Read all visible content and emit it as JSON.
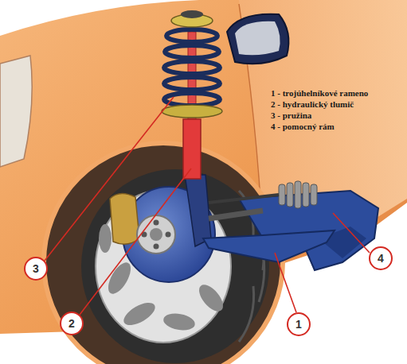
{
  "diagram": {
    "nodes": [
      {
        "text": [
          "3"
        ]
      },
      {
        "text": [
          "4"
        ]
      },
      {
        "text": [
          "2"
        ]
      },
      {
        "text": [
          "1"
        ]
      }
    ],
    "labels": [
      "1 - trojúhelníkové rameno",
      "2 - hydraulický tlumič",
      "3 - pružina",
      "4 - pomocný rám"
    ]
  }
}
